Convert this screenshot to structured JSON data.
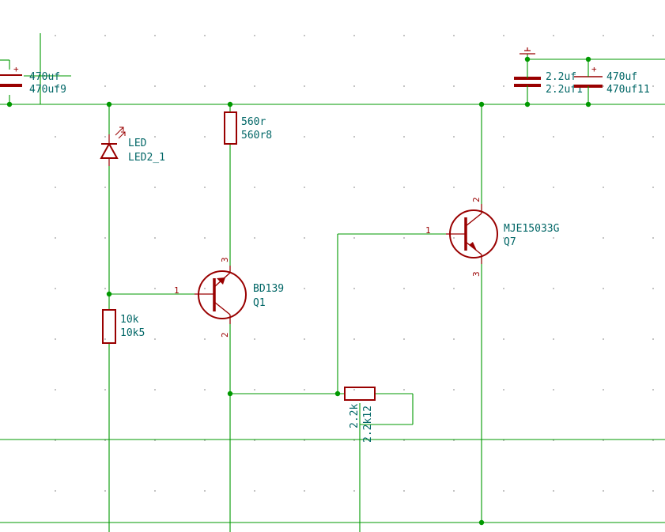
{
  "components": {
    "c_left": {
      "value": "470uf",
      "ref": "470uf9"
    },
    "c_small": {
      "value": "2.2uf",
      "ref": "2.2uf1"
    },
    "c_right": {
      "value": "470uf",
      "ref": "470uf11"
    },
    "led": {
      "value": "LED",
      "ref": "LED2_1"
    },
    "r_560": {
      "value": "560r",
      "ref": "560r8"
    },
    "r_10k": {
      "value": "10k",
      "ref": "10k5"
    },
    "r_pot": {
      "value": "2.2k",
      "ref": "2.2k12"
    },
    "q1": {
      "value": "BD139",
      "ref": "Q1",
      "pins": {
        "base": "1",
        "emitter": "2",
        "collector": "3"
      }
    },
    "q7": {
      "value": "MJE15033G",
      "ref": "Q7",
      "pins": {
        "base": "1",
        "collector": "2",
        "emitter": "3"
      }
    }
  },
  "polarity_mark": "+",
  "colors": {
    "wire": "#009900",
    "symbol": "#990000",
    "text": "#006666",
    "background": "#ffffff"
  }
}
